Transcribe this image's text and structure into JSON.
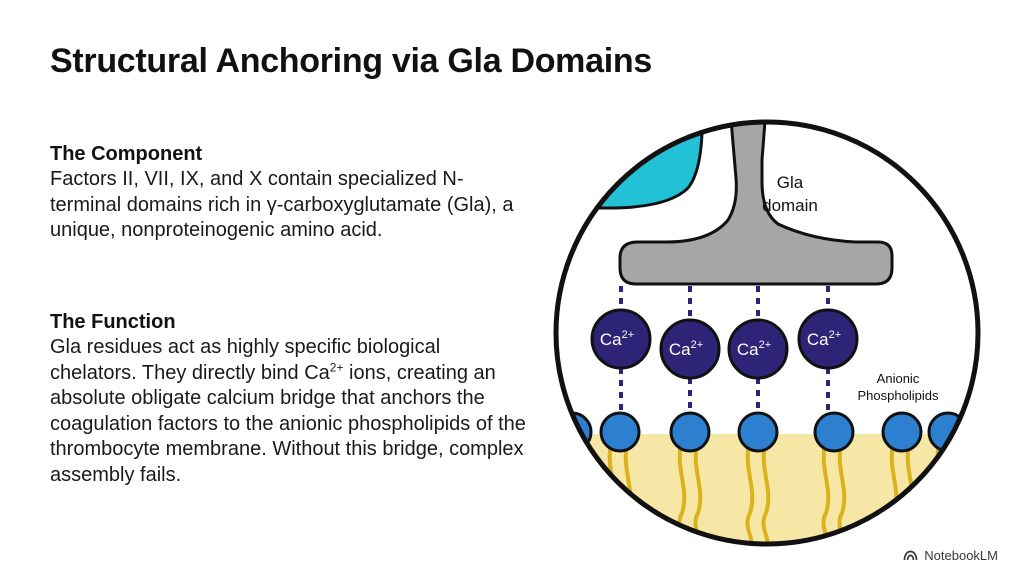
{
  "title": "Structural Anchoring via Gla Domains",
  "component": {
    "heading": "The Component",
    "body": "Factors II, VII, IX, and X contain specialized N-terminal domains rich in γ-carboxyglutamate (Gla), a unique, nonproteinogenic amino acid."
  },
  "function": {
    "heading": "The Function",
    "body_part1": "Gla residues act as highly specific biological chelators. They directly bind Ca",
    "body_sup": "2+",
    "body_part2": " ions, creating an absolute obligate calcium bridge that anchors the coagulation factors to the anionic phospholipids of the thrombocyte membrane. Without this bridge, complex assembly fails."
  },
  "diagram": {
    "gla_label_line1": "Gla",
    "gla_label_line2": "domain",
    "phospholipid_label_line1": "Anionic",
    "phospholipid_label_line2": "Phospholipids",
    "ion_text": "Ca",
    "ion_charge": "2+",
    "colors": {
      "ring": "#111111",
      "protein": "#a6a6a6",
      "cyan": "#22c1d6",
      "ion": "#2d2478",
      "linker": "#2d2478",
      "head": "#2d7fd0",
      "membrane": "#f7e7a6",
      "tail": "#d9b21c"
    }
  },
  "brand": {
    "icon": "notebooklm-icon",
    "label": "NotebookLM"
  }
}
